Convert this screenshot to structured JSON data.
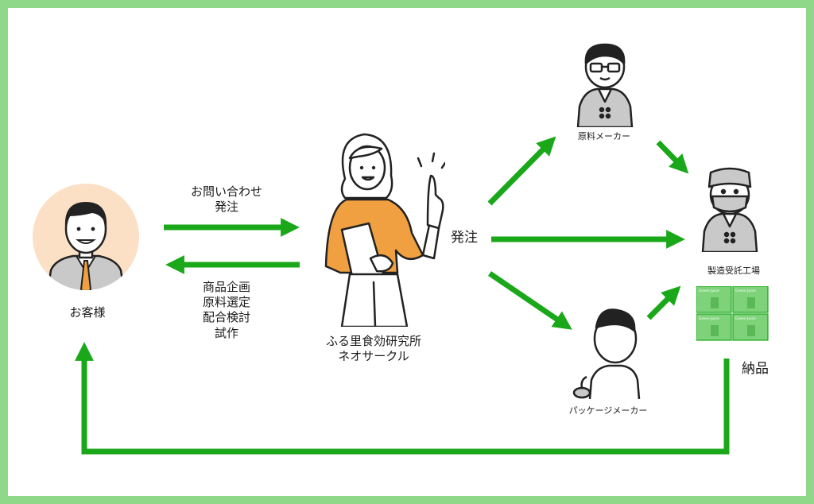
{
  "diagram": {
    "nodes": {
      "customer": {
        "label": "お客様"
      },
      "lab": {
        "label_line1": "ふる里食効研究所",
        "label_line2": "ネオサークル"
      },
      "raw_maker": {
        "label": "原料メーカー"
      },
      "factory": {
        "label": "製造受託工場"
      },
      "package_maker": {
        "label": "パッケージメーカー"
      }
    },
    "edges": {
      "inquiry": {
        "line1": "お問い合わせ",
        "line2": "発注"
      },
      "services": {
        "items": [
          "商品企画",
          "原料選定",
          "配合検討",
          "試作"
        ]
      },
      "order": {
        "label": "発注"
      },
      "delivery": {
        "label": "納品"
      }
    },
    "products": {
      "box_label": "Green Juice"
    },
    "colors": {
      "arrow": "#1aa81a",
      "frame": "#8fd889",
      "skin": "#ffffff",
      "customer_circle": "#fbe0c5",
      "jacket": "#c9c9c9",
      "orange_top": "#f0a040",
      "product_box": "#7ed37a"
    }
  }
}
